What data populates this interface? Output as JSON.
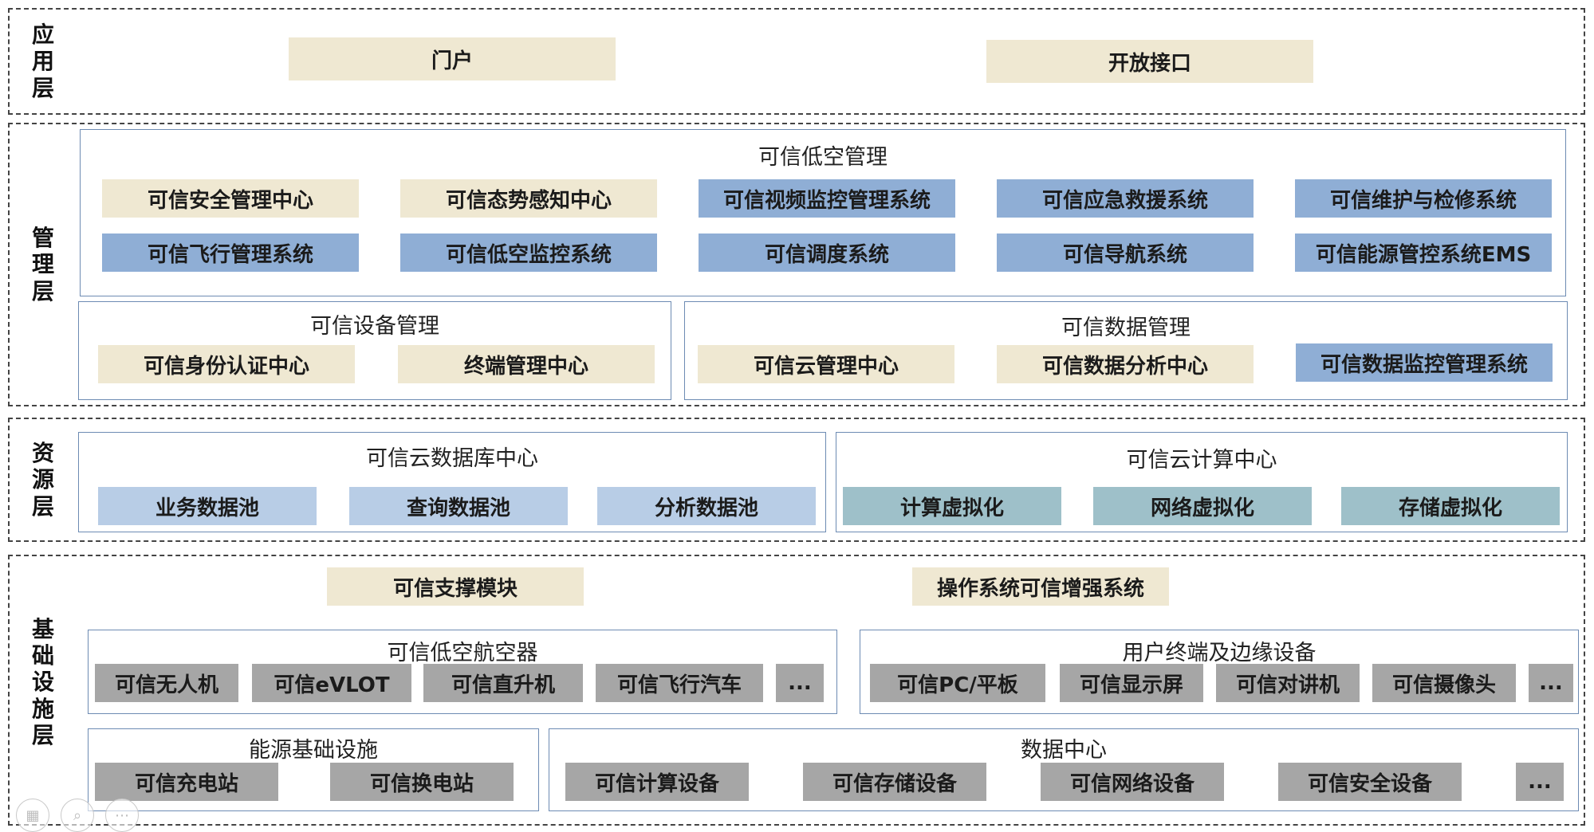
{
  "layers": {
    "app": {
      "label": [
        "应",
        "用",
        "层"
      ]
    },
    "mgmt": {
      "label": [
        "管",
        "理",
        "层"
      ]
    },
    "res": {
      "label": [
        "资",
        "源",
        "层"
      ]
    },
    "infra": {
      "label": [
        "基",
        "础",
        "设",
        "施",
        "层"
      ]
    }
  },
  "app": {
    "portal": "门户",
    "open_api": "开放接口"
  },
  "lowalt": {
    "title": "可信低空管理",
    "row1": [
      "可信安全管理中心",
      "可信态势感知中心",
      "可信视频监控管理系统",
      "可信应急救援系统",
      "可信维护与检修系统"
    ],
    "row2": [
      "可信飞行管理系统",
      "可信低空监控系统",
      "可信调度系统",
      "可信导航系统",
      "可信能源管控系统EMS"
    ]
  },
  "device_mgmt": {
    "title": "可信设备管理",
    "items": [
      "可信身份认证中心",
      "终端管理中心"
    ]
  },
  "data_mgmt": {
    "title": "可信数据管理",
    "items": [
      "可信云管理中心",
      "可信数据分析中心",
      "可信数据监控管理系统"
    ]
  },
  "cloud_db": {
    "title": "可信云数据库中心",
    "items": [
      "业务数据池",
      "查询数据池",
      "分析数据池"
    ]
  },
  "cloud_compute": {
    "title": "可信云计算中心",
    "items": [
      "计算虚拟化",
      "网络虚拟化",
      "存储虚拟化"
    ]
  },
  "support": {
    "module": "可信支撑模块",
    "os": "操作系统可信增强系统"
  },
  "aircraft": {
    "title": "可信低空航空器",
    "items": [
      "可信无人机",
      "可信eVLOT",
      "可信直升机",
      "可信飞行汽车",
      "..."
    ]
  },
  "terminals": {
    "title": "用户终端及边缘设备",
    "items": [
      "可信PC/平板",
      "可信显示屏",
      "可信对讲机",
      "可信摄像头",
      "..."
    ]
  },
  "energy": {
    "title": "能源基础设施",
    "items": [
      "可信充电站",
      "可信换电站"
    ]
  },
  "datacenter": {
    "title": "数据中心",
    "items": [
      "可信计算设备",
      "可信存储设备",
      "可信网络设备",
      "可信安全设备",
      "..."
    ]
  },
  "colors": {
    "beige": "#efe8d2",
    "blue": "#8faed5",
    "lightblue": "#b8cde6",
    "teal": "#9ec0c9",
    "gray": "#a6a6a6",
    "group_border": "#6d8bb3"
  }
}
